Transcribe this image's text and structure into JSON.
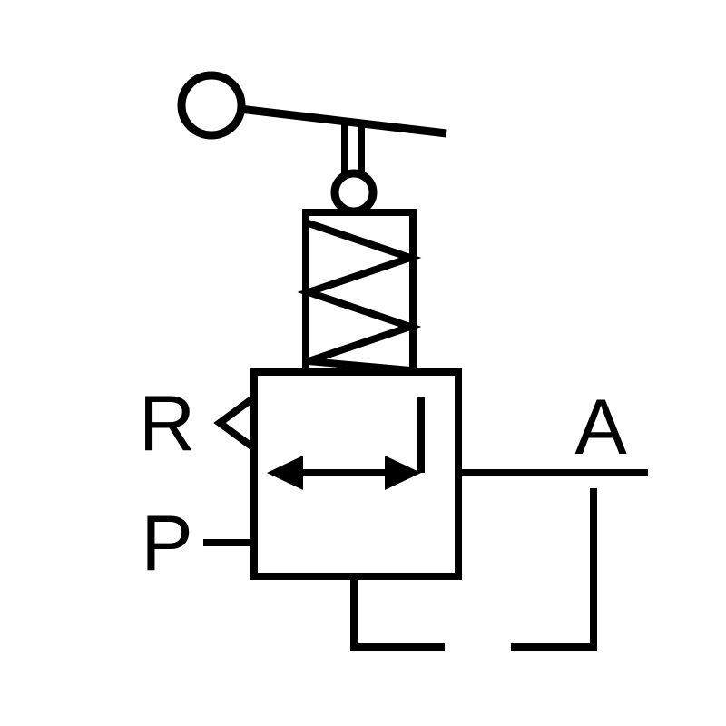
{
  "canvas": {
    "background": "#ffffff",
    "line_color": "#000000"
  },
  "labels": {
    "port_r": "R",
    "port_p": "P",
    "port_a": "A"
  }
}
